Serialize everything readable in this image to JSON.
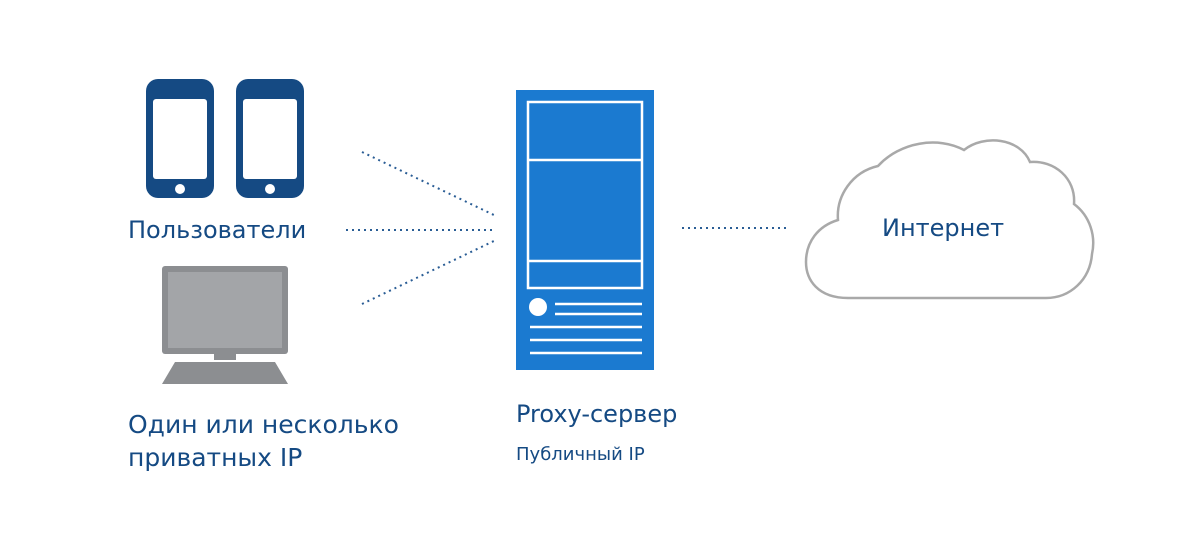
{
  "diagram": {
    "users_label": "Пользователи",
    "private_ip_label_line1": "Один или несколько",
    "private_ip_label_line2": "приватных IP",
    "proxy_label": "Proxy-сервер",
    "public_ip_label": "Публичный IP",
    "internet_label": "Интернет"
  },
  "colors": {
    "brand_dark_blue": "#154a83",
    "server_blue": "#1b7ad0",
    "computer_gray": "#8c8e91",
    "connector_blue": "#2a5d95",
    "cloud_outline": "#a9a9a9"
  },
  "icons": {
    "phone": "smartphone-icon",
    "computer": "desktop-computer-icon",
    "server": "server-tower-icon",
    "cloud": "cloud-icon"
  }
}
